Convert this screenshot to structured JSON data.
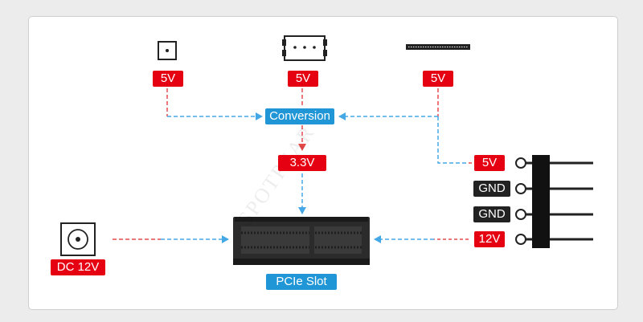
{
  "connectors": {
    "left_label": "5V",
    "middle_label": "5V",
    "right_label": "5V"
  },
  "conversion_label": "Conversion",
  "converted_voltage": "3.3V",
  "dc_input_label": "DC 12V",
  "slot_label": "PCIe Slot",
  "header_pins": [
    "5V",
    "GND",
    "GND",
    "12V"
  ],
  "watermark": "SPOTPEAR",
  "colors": {
    "red": "#e50012",
    "blue": "#2196d6",
    "dark": "#222222",
    "arrow_blue": "#45a8e6",
    "arrow_red": "#e84a4a"
  }
}
